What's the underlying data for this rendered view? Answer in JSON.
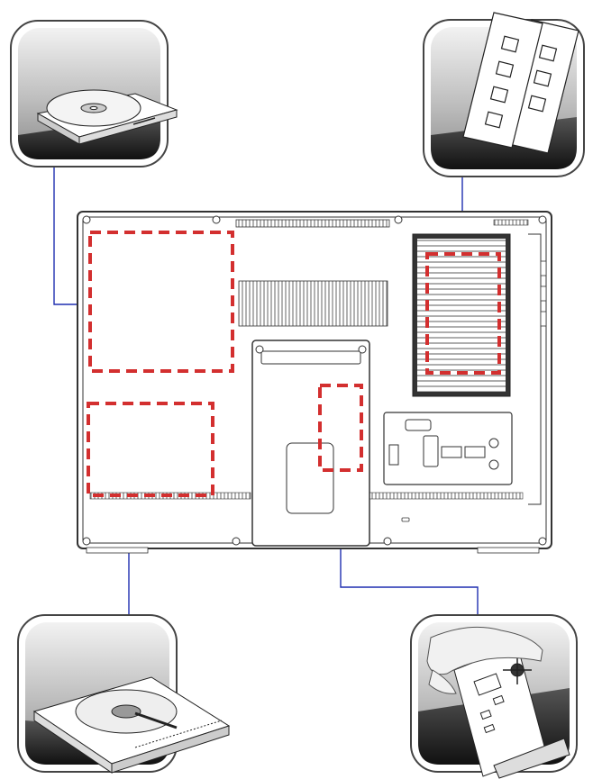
{
  "title": "",
  "callouts": [
    {
      "name": "optical-drive",
      "icon": "optical-drive-icon"
    },
    {
      "name": "memory-modules",
      "icon": "memory-module-icon"
    },
    {
      "name": "hard-disk-drive",
      "icon": "hard-disk-drive-icon"
    },
    {
      "name": "wireless-lan-card",
      "icon": "wireless-card-icon"
    }
  ],
  "colors": {
    "outline": "#333333",
    "highlight": "#d32f2f",
    "leader": "#1f2fb0",
    "panel_bg_top": "#dcdcdc",
    "panel_bg_bottom": "#2a2a2a"
  }
}
